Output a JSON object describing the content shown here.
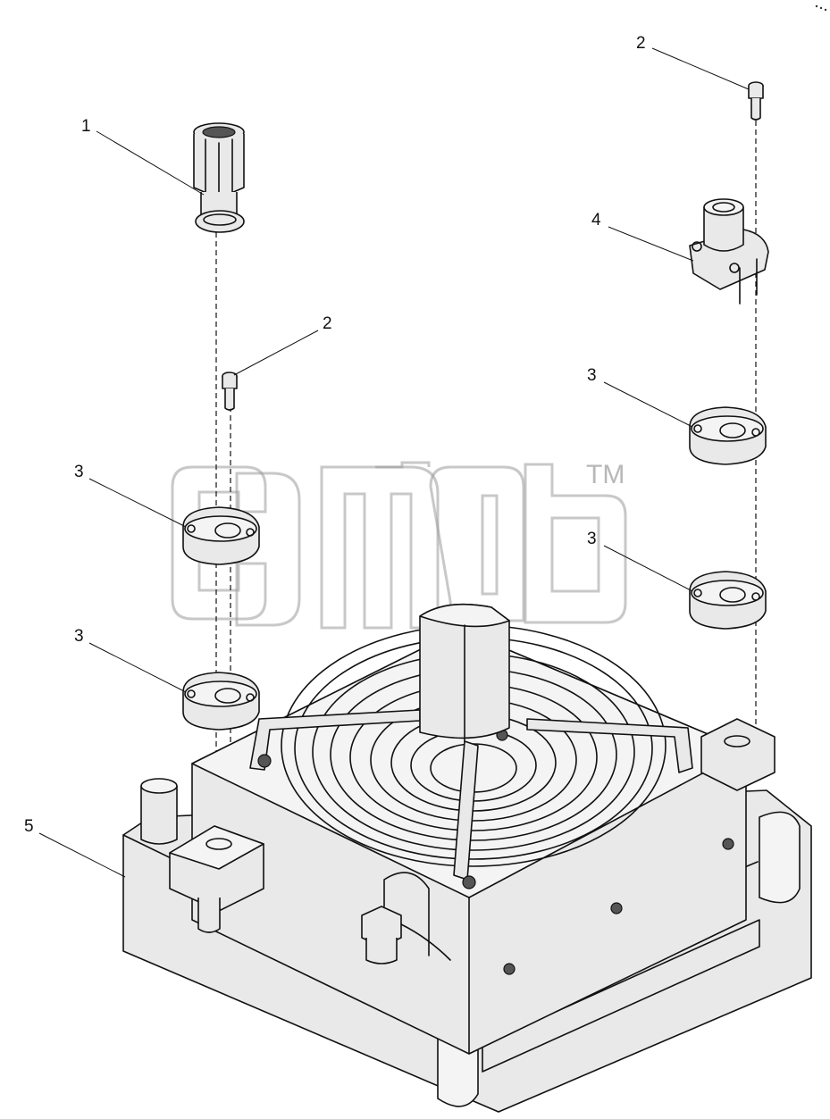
{
  "callouts": [
    {
      "id": "c1",
      "label": "1"
    },
    {
      "id": "c2a",
      "label": "2"
    },
    {
      "id": "c2b",
      "label": "2"
    },
    {
      "id": "c3a",
      "label": "3"
    },
    {
      "id": "c3b",
      "label": "3"
    },
    {
      "id": "c3c",
      "label": "3"
    },
    {
      "id": "c3d",
      "label": "3"
    },
    {
      "id": "c4",
      "label": "4"
    },
    {
      "id": "c5",
      "label": "5"
    }
  ],
  "watermark": {
    "trademark": "TM"
  },
  "colors": {
    "line": "#111111",
    "fill": "#e9e9e9",
    "watermark": "#9a9a9a"
  }
}
